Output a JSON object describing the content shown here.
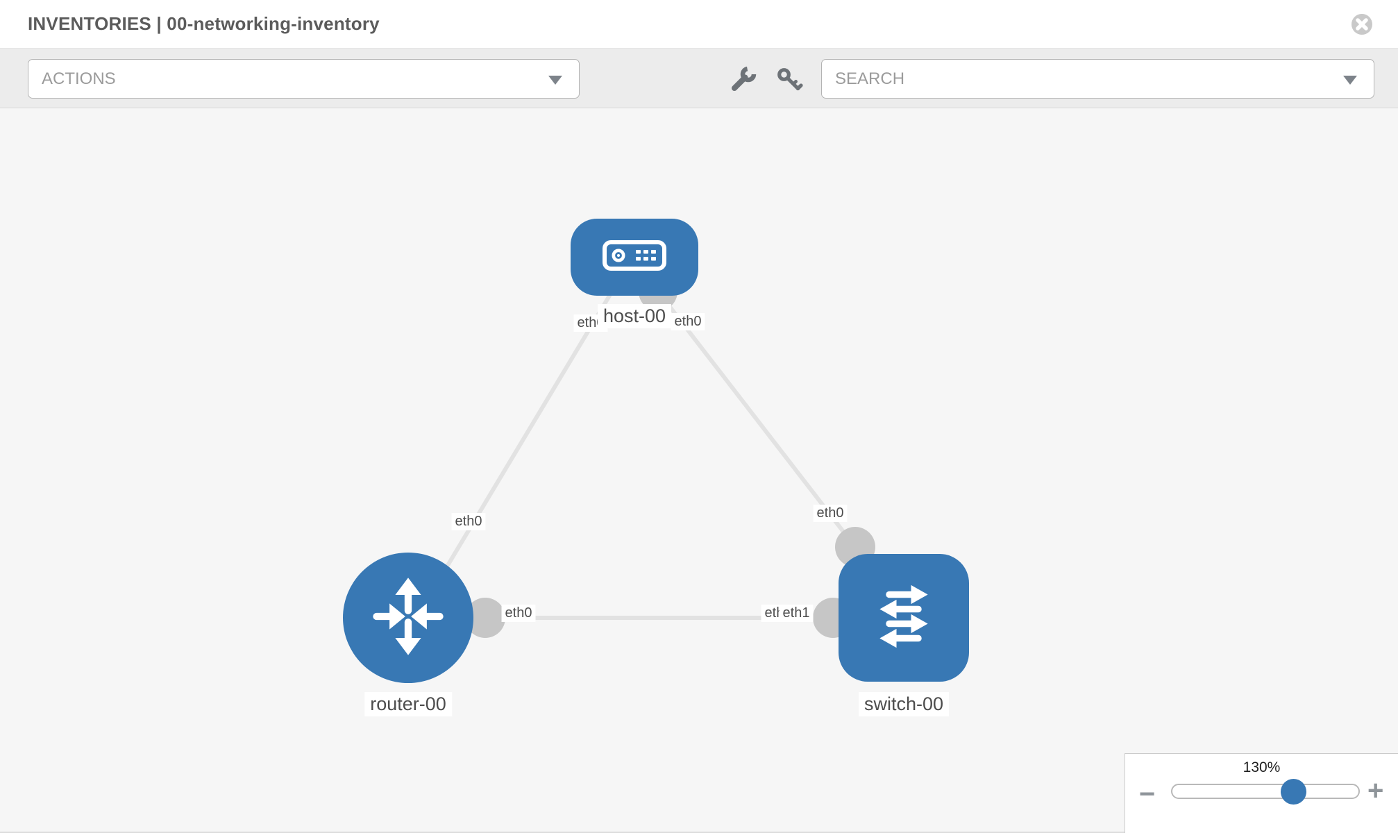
{
  "header": {
    "title": "INVENTORIES | 00-networking-inventory"
  },
  "toolbar": {
    "actions_label": "ACTIONS",
    "search_placeholder": "SEARCH",
    "icons": [
      "wrench-icon",
      "key-icon"
    ]
  },
  "topology": {
    "nodes": [
      {
        "id": "host-00",
        "type": "host",
        "label": "host-00"
      },
      {
        "id": "router-00",
        "type": "router",
        "label": "router-00"
      },
      {
        "id": "switch-00",
        "type": "switch",
        "label": "switch-00"
      }
    ],
    "interface_labels": {
      "host_side_to_router": "eth0",
      "host_side_to_switch": "eth0",
      "link_host_router_mid": "eth0",
      "switch_side_to_host": "eth0",
      "router_side_to_switch": "eth0",
      "switch_side_to_router_back": "eth0",
      "switch_side_to_router_front": "eth1"
    },
    "links": [
      {
        "from": "host-00",
        "to": "router-00"
      },
      {
        "from": "host-00",
        "to": "switch-00"
      },
      {
        "from": "router-00",
        "to": "switch-00"
      }
    ]
  },
  "zoom_control": {
    "level": "130%",
    "minus_label": "−",
    "plus_label": "+"
  },
  "icons": {
    "close": "circle-x-icon",
    "caret": "chevron-down-icon"
  },
  "colors": {
    "node_blue": "#3878b4",
    "port_gray": "#c6c6c6",
    "link_gray": "#e2e2e2",
    "toolbar_bg": "#ececec",
    "canvas_bg": "#f6f6f6"
  }
}
